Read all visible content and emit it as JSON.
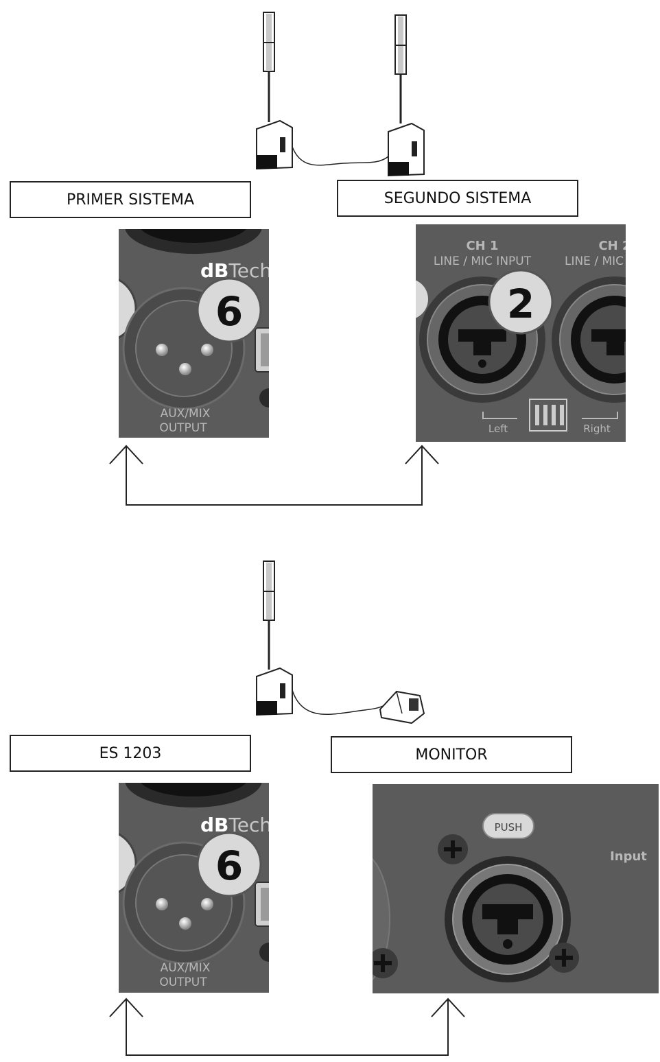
{
  "section1": {
    "left_label": "PRIMER SISTEMA",
    "right_label": "SEGUNDO SISTEMA",
    "left_panel": {
      "brand_bold": "dB",
      "brand_rest": "Tech",
      "number": "6",
      "output_line1": "AUX/MIX",
      "output_line2": "OUTPUT"
    },
    "right_panel": {
      "ch1_title": "CH 1",
      "ch1_sub": "LINE / MIC INPUT",
      "ch2_title": "CH 2",
      "ch2_sub": "LINE / MIC",
      "number": "2",
      "left_label": "Left",
      "right_label": "Right"
    }
  },
  "section2": {
    "left_label": "ES 1203",
    "right_label": "MONITOR",
    "left_panel": {
      "brand_bold": "dB",
      "brand_rest": "Tech",
      "number": "6",
      "output_line1": "AUX/MIX",
      "output_line2": "OUTPUT"
    },
    "right_panel": {
      "push_label": "PUSH",
      "input_label": "Input"
    }
  },
  "colors": {
    "panel": "#5b5b5b",
    "panel_dark": "#2a2a2a",
    "badge": "#d9d9d9",
    "line": "#222222"
  }
}
